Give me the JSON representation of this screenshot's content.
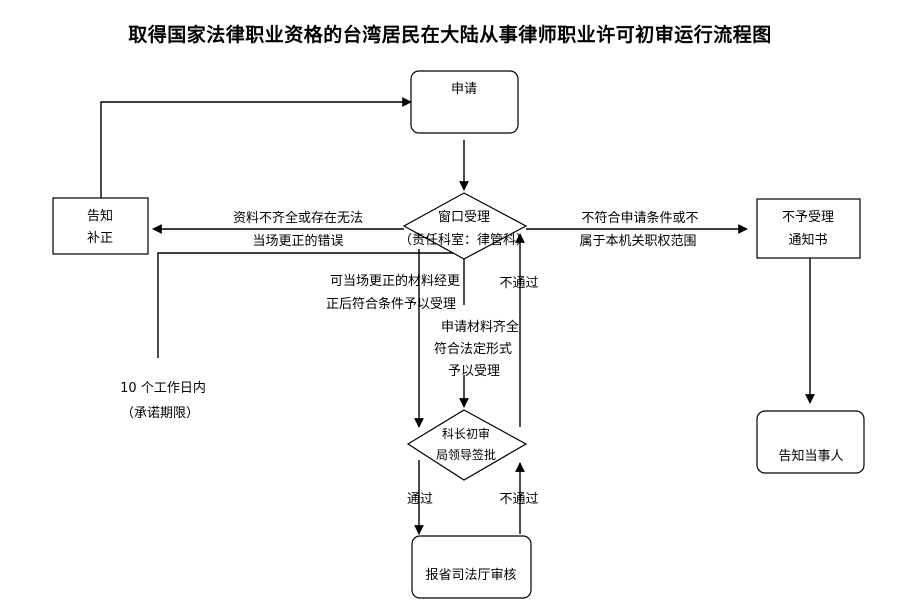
{
  "title": "取得国家法律职业资格的台湾居民在大陆从事律师职业许可初审运行流程图",
  "nodes": {
    "apply": "申请",
    "window_line1": "窗口受理",
    "window_line2": "（责任科室：律管科）",
    "notify_line1": "告知",
    "notify_line2": "补正",
    "reject_line1": "不予受理",
    "reject_line2": "通知书",
    "review_line1": "科长初审",
    "review_line2": "局领导签批",
    "inform": "告知当事人",
    "report": "报省司法厅审核"
  },
  "labels": {
    "incomplete_1": "资料不齐全或存在无法",
    "incomplete_2": "当场更正的错误",
    "not_eligible_1": "不符合申请条件或不",
    "not_eligible_2": "属于本机关职权范围",
    "correctable_1": "可当场更正的材料经更",
    "correctable_2": "正后符合条件予以受理",
    "complete_1": "申请材料齐全",
    "complete_2": "符合法定形式",
    "complete_3": "予以受理",
    "not_pass_upper": "不通过",
    "pass": "通过",
    "not_pass_lower": "不通过",
    "time_1": "10 个工作日内",
    "time_2": "（承诺期限）"
  }
}
